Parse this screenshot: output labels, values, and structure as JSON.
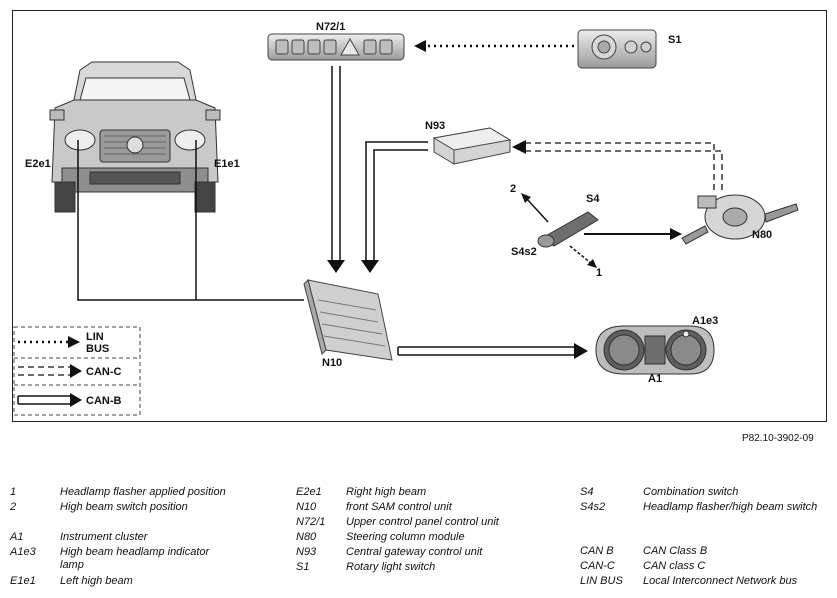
{
  "labels": {
    "n72_1": "N72/1",
    "s1": "S1",
    "n93": "N93",
    "s4": "S4",
    "s4s2": "S4s2",
    "pos2": "2",
    "pos1": "1",
    "n80": "N80",
    "e2e1": "E2e1",
    "e1e1": "E1e1",
    "n10": "N10",
    "a1e3": "A1e3",
    "a1": "A1"
  },
  "bus_legend": {
    "lin_line1": "LIN",
    "lin_line2": "BUS",
    "canc": "CAN-C",
    "canb": "CAN-B"
  },
  "figure_ref": "P82.10-3902-09",
  "legend": {
    "col1": [
      {
        "key": "1",
        "value": "Headlamp flasher applied position"
      },
      {
        "key": "2",
        "value": "High beam switch position"
      },
      {
        "key": "A1",
        "value": "Instrument cluster"
      },
      {
        "key": "A1e3",
        "value": "High beam headlamp indicator lamp"
      },
      {
        "key": "E1e1",
        "value": "Left high beam"
      }
    ],
    "col2": [
      {
        "key": "E2e1",
        "value": "Right high beam"
      },
      {
        "key": "N10",
        "value": "front SAM control unit"
      },
      {
        "key": "N72/1",
        "value": "Upper control panel control unit"
      },
      {
        "key": "N80",
        "value": "Steering column module"
      },
      {
        "key": "N93",
        "value": "Central gateway control unit"
      },
      {
        "key": "S1",
        "value": "Rotary light switch"
      }
    ],
    "col3": [
      {
        "key": "S4",
        "value": "Combination switch"
      },
      {
        "key": "S4s2",
        "value": "Headlamp flasher/high beam switch"
      },
      {
        "key": "CAN B",
        "value": "CAN Class B"
      },
      {
        "key": "CAN-C",
        "value": "CAN class C"
      },
      {
        "key": "LIN BUS",
        "value": "Local Interconnect Network bus"
      }
    ]
  }
}
